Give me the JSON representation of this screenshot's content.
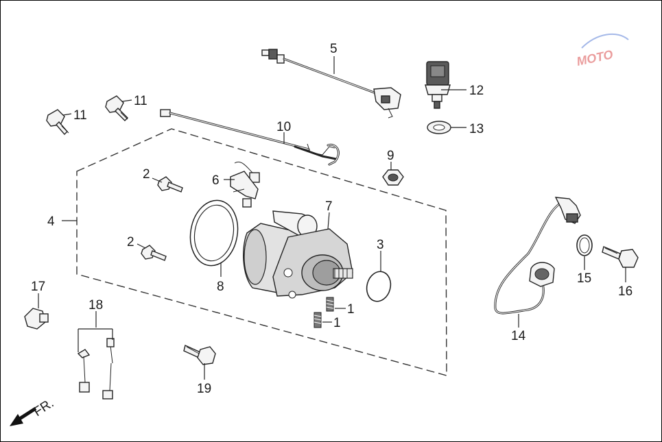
{
  "diagram": {
    "labels": [
      {
        "id": "1a",
        "text": "1"
      },
      {
        "id": "1b",
        "text": "1"
      },
      {
        "id": "2a",
        "text": "2"
      },
      {
        "id": "2b",
        "text": "2"
      },
      {
        "id": "3",
        "text": "3"
      },
      {
        "id": "4",
        "text": "4"
      },
      {
        "id": "5",
        "text": "5"
      },
      {
        "id": "6",
        "text": "6"
      },
      {
        "id": "7",
        "text": "7"
      },
      {
        "id": "8",
        "text": "8"
      },
      {
        "id": "9",
        "text": "9"
      },
      {
        "id": "10",
        "text": "10"
      },
      {
        "id": "11a",
        "text": "11"
      },
      {
        "id": "11b",
        "text": "11"
      },
      {
        "id": "12",
        "text": "12"
      },
      {
        "id": "13",
        "text": "13"
      },
      {
        "id": "14",
        "text": "14"
      },
      {
        "id": "15",
        "text": "15"
      },
      {
        "id": "16",
        "text": "16"
      },
      {
        "id": "17",
        "text": "17"
      },
      {
        "id": "18",
        "text": "18"
      },
      {
        "id": "19",
        "text": "19"
      }
    ],
    "direction_marker": "FR.",
    "watermark_text": "MOTO"
  }
}
